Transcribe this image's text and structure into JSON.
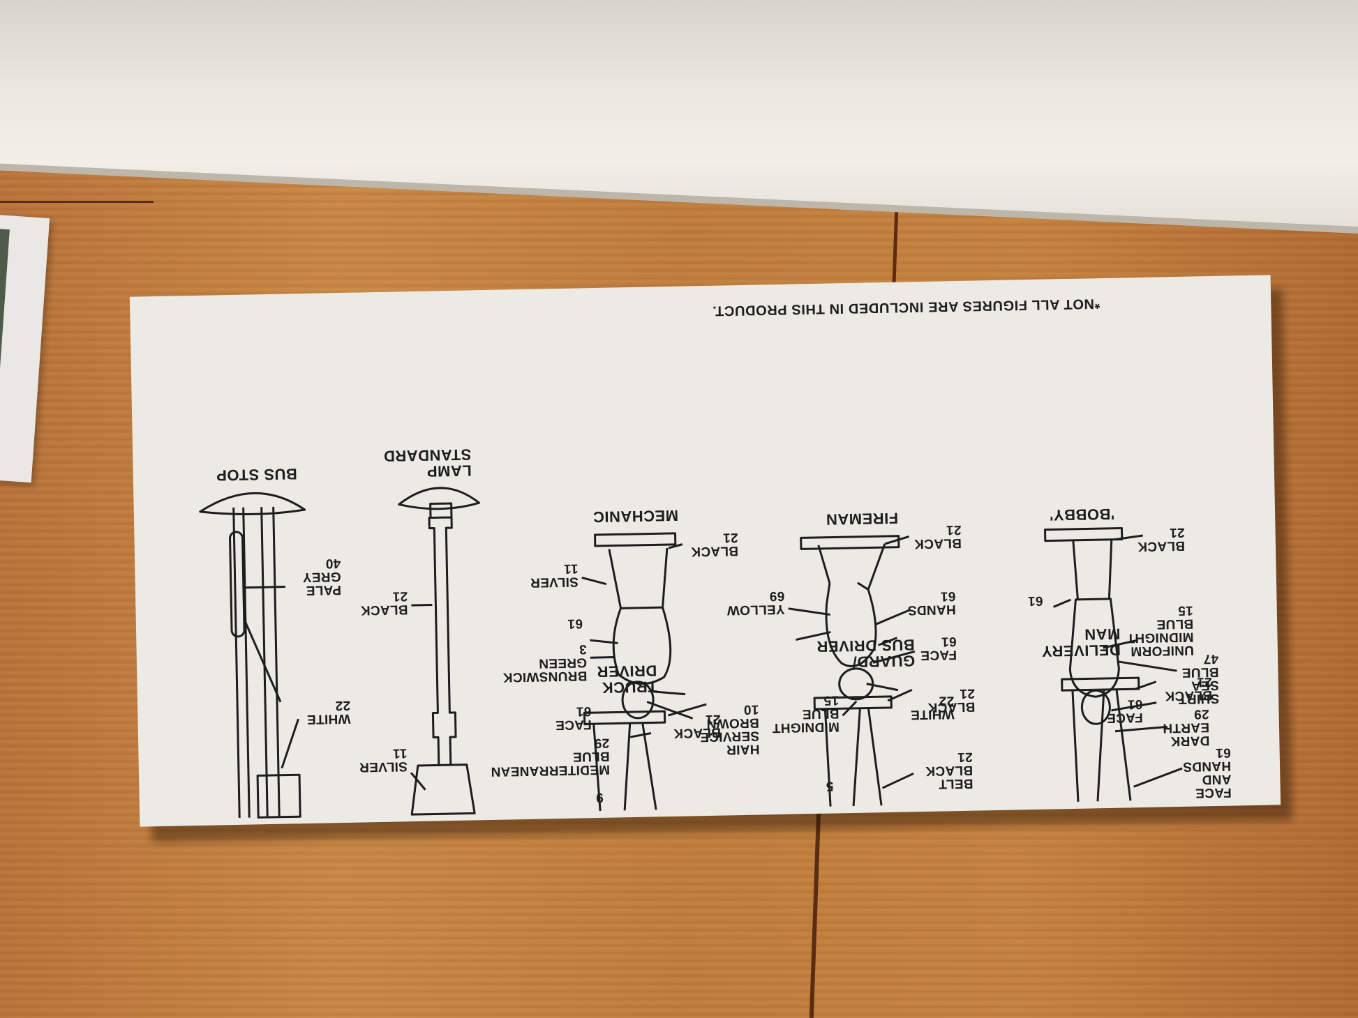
{
  "sheet": {
    "note": "*NOT ALL FIGURES ARE INCLUDED IN THIS PRODUCT.",
    "top_row": [
      {
        "title": "DELIVERY\nMAN",
        "labels": [
          "FACE\nAND\nHANDS\n61",
          "DARK\nEARTH\n29",
          "BLACK\n21"
        ]
      },
      {
        "title": "GUARD/\nBUS DRIVER",
        "labels": [
          "5",
          "BELT\nBLACK\n21",
          "BLACK\n21"
        ]
      },
      {
        "title": "TRUCK\nDRIVER",
        "labels": [
          "9",
          "MEDITERRANEAN\nBLUE\n29",
          "BLACK\n21"
        ]
      }
    ],
    "bottom_row": [
      {
        "title": "'BOBBY'",
        "labels": [
          "FACE\n61",
          "SHIRT\nSEA\nBLUE\n47",
          "UNIFORM\nMIDNIGHT\nBLUE\n15",
          "61",
          "BLACK\n21"
        ]
      },
      {
        "title": "FIREMAN",
        "labels": [
          "WHITE\n22",
          "MIDNIGHT\nBLUE\n15",
          "FACE\n61",
          "HANDS\n61",
          "YELLOW\n69",
          "BLACK\n21"
        ]
      },
      {
        "title": "MECHANIC",
        "labels": [
          "HAIR\nSERVICE\nBROWN\n10",
          "FACE\n61",
          "BRUNSWICK\nGREEN\n3",
          "61",
          "SILVER\n11",
          "BLACK\n21"
        ]
      }
    ],
    "lamp": {
      "title": "LAMP\nSTANDARD",
      "labels": [
        "SILVER\n11",
        "BLACK\n21"
      ]
    },
    "bus_stop": {
      "title": "BUS STOP",
      "labels": [
        "WHITE\n22",
        "PALE\nGREY\n40"
      ]
    }
  }
}
